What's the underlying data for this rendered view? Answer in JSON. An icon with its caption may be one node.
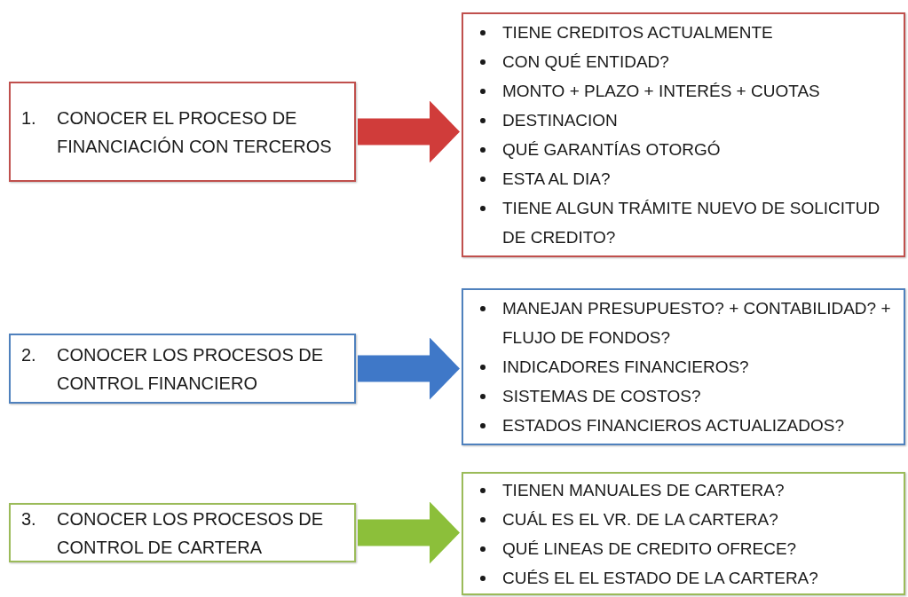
{
  "diagram": {
    "nodes": [
      {
        "text": [
          "1.\tCONOCER EL PROCESO DE FINANCIACIÓN CON TERCEROS"
        ]
      },
      {
        "text": [
          "TIENE CREDITOS ACTUALMENTE",
          "CON QUÉ ENTIDAD?",
          "MONTO + PLAZO + INTERÉS + CUOTAS",
          "DESTINACION",
          "QUÉ GARANTÍAS OTORGÓ",
          "ESTA AL DIA?",
          "TIENE ALGUN TRÁMITE NUEVO DE SOLICITUD DE CREDITO?"
        ]
      },
      {
        "text": [
          "2.\tCONOCER LOS PROCESOS DE CONTROL FINANCIERO"
        ]
      },
      {
        "text": [
          "MANEJAN PRESUPUESTO? + CONTABILIDAD? + FLUJO DE FONDOS?",
          "INDICADORES FINANCIEROS?",
          "SISTEMAS DE COSTOS?",
          "ESTADOS FINANCIEROS ACTUALIZADOS?"
        ]
      },
      {
        "text": [
          "3.\tCONOCER LOS PROCESOS DE CONTROL DE CARTERA"
        ]
      },
      {
        "text": [
          "TIENEN MANUALES DE CARTERA?",
          "CUÁL ES EL VR. DE LA CARTERA?",
          "QUÉ LINEAS DE CREDITO OFRECE?",
          "CUÉS EL EL ESTADO DE LA CARTERA?"
        ]
      }
    ],
    "edges": [
      {
        "from": 0,
        "to": 1,
        "arrow": "to",
        "color": "#d03c3a"
      },
      {
        "from": 2,
        "to": 3,
        "arrow": "to",
        "color": "#3f78c8"
      },
      {
        "from": 4,
        "to": 5,
        "arrow": "to",
        "color": "#8cbf3a"
      }
    ]
  }
}
